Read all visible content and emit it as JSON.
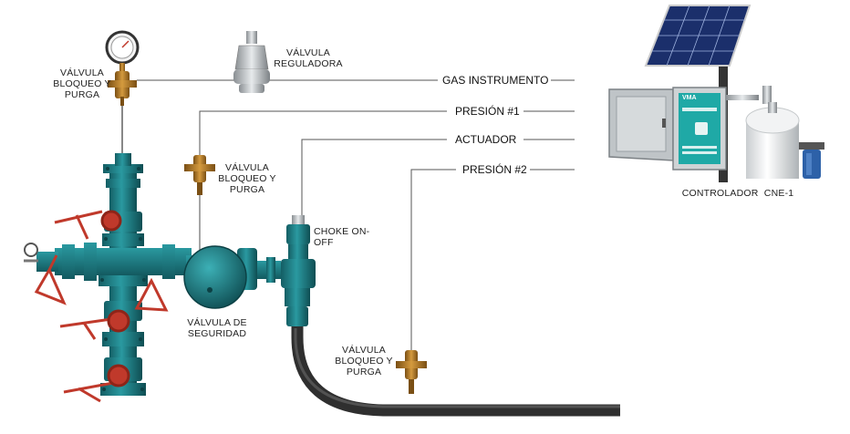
{
  "labels": {
    "valve_block_purge_top": [
      "VÁLVULA",
      "BLOQUEO Y",
      "PURGA"
    ],
    "valve_regulator": [
      "VÁLVULA",
      "REGULADORA"
    ],
    "valve_block_purge_mid": [
      "VÁLVULA",
      "BLOQUEO Y",
      "PURGA"
    ],
    "choke": "CHOKE ON-OFF",
    "safety_valve": [
      "VÁLVULA DE",
      "SEGURIDAD"
    ],
    "valve_block_purge_bottom": [
      "VÁLVULA",
      "BLOQUEO Y",
      "PURGA"
    ],
    "controller": "CONTROLADOR  CNE-1"
  },
  "signals": {
    "gas": "GAS INSTRUMENTO",
    "p1": "PRESIÓN #1",
    "actuator": "ACTUADOR",
    "p2": "PRESIÓN #2"
  },
  "controller_brand": "VMA",
  "colors": {
    "wellhead_teal": "#1f7f86",
    "wheel_red": "#c0392b",
    "brass": "#b07a2a",
    "pipe": "#3a3a3a",
    "line": "#555555"
  }
}
